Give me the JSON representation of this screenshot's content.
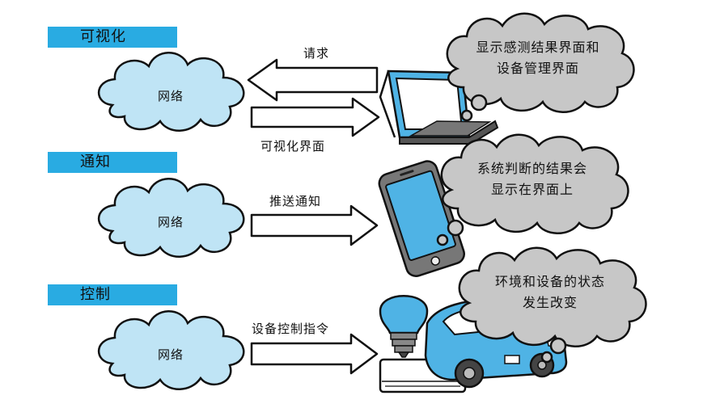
{
  "sections": [
    {
      "title": "可视化",
      "cloud_label": "网络",
      "arrow_in_label": "请求",
      "arrow_out_label": "可视化界面",
      "bubble_line1": "显示感测结果界面和",
      "bubble_line2": "设备管理界面",
      "device": "laptop-icon"
    },
    {
      "title": "通知",
      "cloud_label": "网络",
      "arrow_out_label": "推送通知",
      "bubble_line1": "系统判断的结果会",
      "bubble_line2": "显示在界面上",
      "device": "smartphone-icon"
    },
    {
      "title": "控制",
      "cloud_label": "网络",
      "arrow_out_label": "设备控制指令",
      "bubble_line1": "环境和设备的状态",
      "bubble_line2": "发生改变",
      "device": "car-bulb-aircon-icon"
    }
  ],
  "colors": {
    "tag": "#29abe2",
    "cloud": "#bfe4f5",
    "bubble": "#c7c7c7",
    "device_blue": "#4fb3e5",
    "device_dark": "#555555"
  }
}
